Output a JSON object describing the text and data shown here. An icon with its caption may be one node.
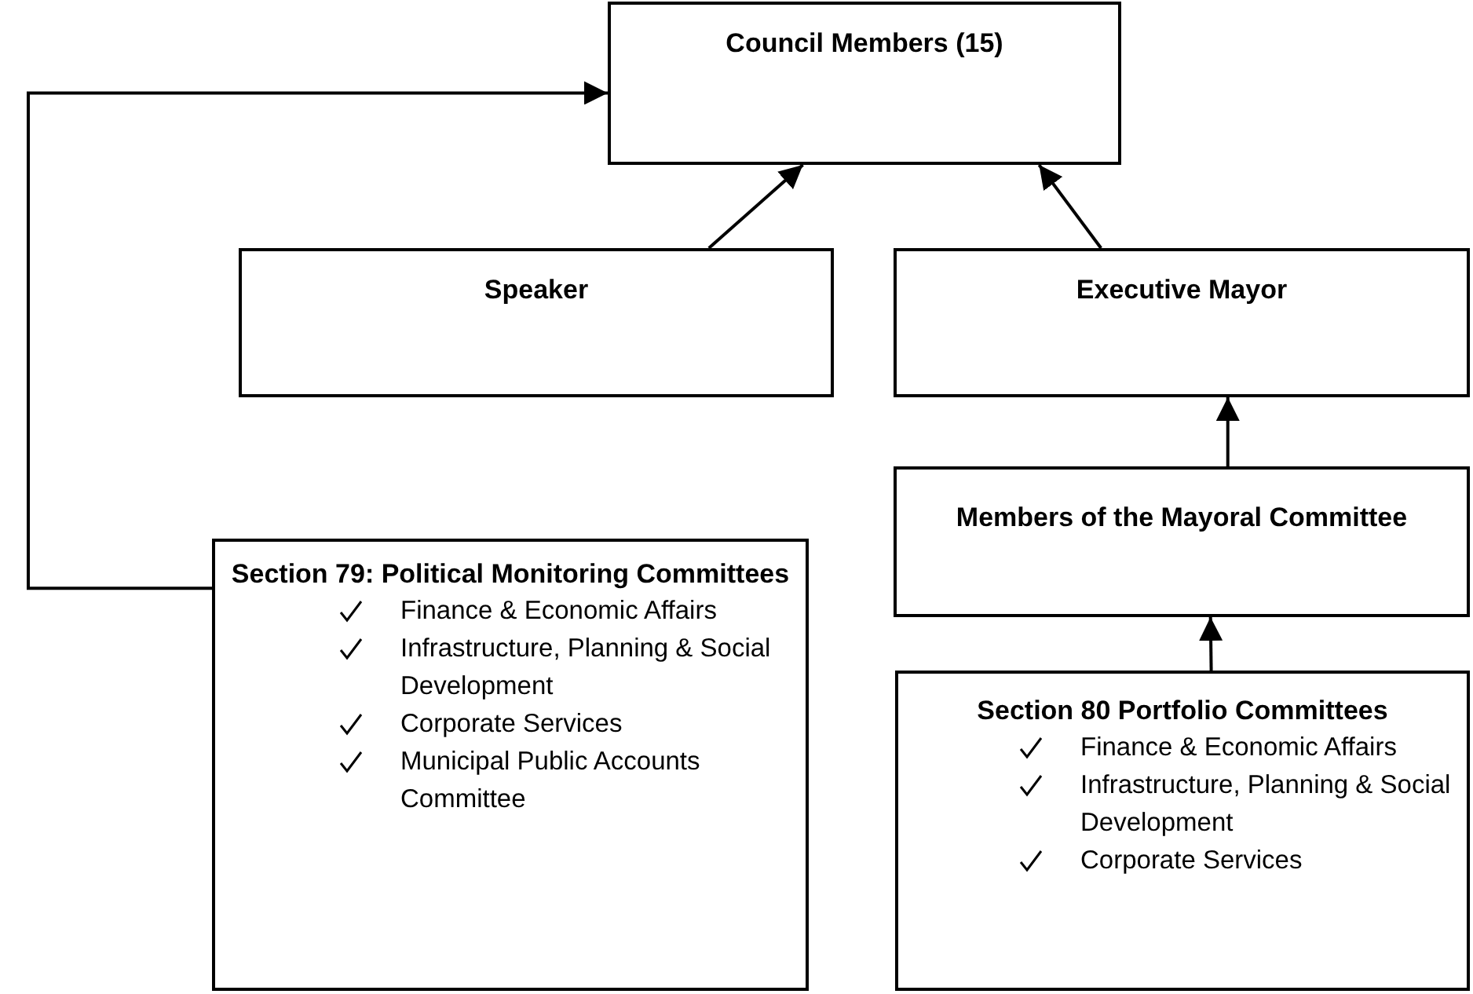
{
  "diagram": {
    "nodes": [
      {
        "text": [
          "Council Members (15)"
        ]
      },
      {
        "text": [
          "Speaker"
        ]
      },
      {
        "text": [
          "Executive Mayor"
        ]
      },
      {
        "text": [
          "Members of the Mayoral Committee"
        ]
      },
      {
        "text": [
          "Section 79: Political Monitoring Committees",
          "Finance & Economic Affairs",
          "Infrastructure, Planning & Social Development",
          "Corporate Services",
          "Municipal Public Accounts Committee"
        ]
      },
      {
        "text": [
          "Section 80 Portfolio Committees",
          "Finance & Economic Affairs",
          "Infrastructure, Planning & Social Development",
          "Corporate Services"
        ]
      }
    ],
    "edges": [
      {
        "from": 1,
        "to": 0,
        "arrow": "to"
      },
      {
        "from": 2,
        "to": 0,
        "arrow": "to"
      },
      {
        "from": 3,
        "to": 2,
        "arrow": "to"
      },
      {
        "from": 5,
        "to": 3,
        "arrow": "to"
      },
      {
        "from": 4,
        "to": 0,
        "arrow": "to"
      }
    ]
  }
}
